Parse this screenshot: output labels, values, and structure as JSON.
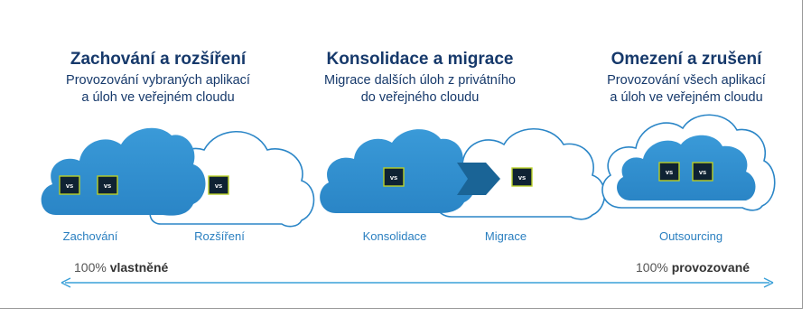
{
  "columns": [
    {
      "title": "Zachování a rozšíření",
      "subtitle_lines": [
        "Provozování vybraných aplikací",
        "a úloh ve veřejném cloudu"
      ],
      "labels": [
        "Zachování",
        "Rozšíření"
      ]
    },
    {
      "title": "Konsolidace a migrace",
      "subtitle_lines": [
        "Migrace dalších úloh z privátního",
        "do veřejného cloudu"
      ],
      "labels": [
        "Konsolidace",
        "Migrace"
      ]
    },
    {
      "title": "Omezení a zrušení",
      "subtitle_lines": [
        "Provozování všech aplikací",
        "a úloh ve veřejném cloudu"
      ],
      "labels": [
        "Outsourcing"
      ]
    }
  ],
  "vs_label": "vs",
  "axis": {
    "left_prefix": "100%",
    "left_bold": "vlastněné",
    "right_prefix": "100%",
    "right_bold": "provozované"
  },
  "colors": {
    "cloud_fill": "#2f8fd0",
    "cloud_edge": "#2b86c7",
    "title": "#16396b",
    "label": "#2a7fc0",
    "arrow": "#1a6496",
    "vs_border": "#b8cf28"
  }
}
